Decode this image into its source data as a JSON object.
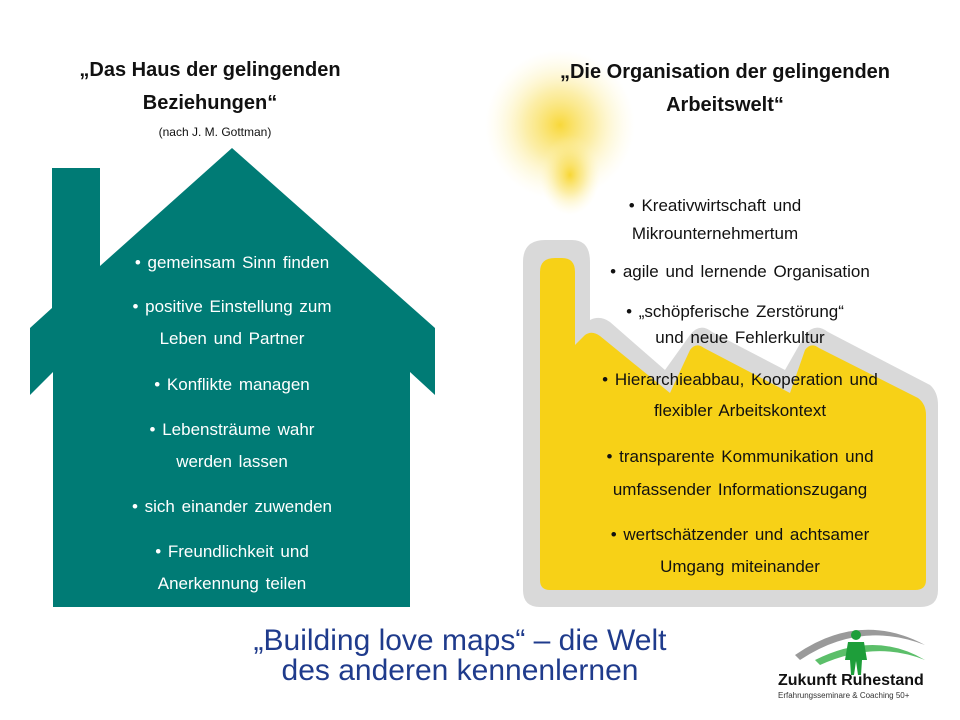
{
  "left": {
    "title_line1": "„Das Haus der gelingenden",
    "title_line2": "Beziehungen“",
    "subtitle": "(nach J. M. Gottman)",
    "items": [
      "• gemeinsam Sinn finden",
      "• positive Einstellung zum",
      "Leben und Partner",
      "• Konflikte managen",
      "• Lebensträume wahr",
      "werden lassen",
      "• sich einander zuwenden",
      "• Freundlichkeit und",
      "Anerkennung teilen"
    ]
  },
  "right": {
    "title_line1": "„Die Organisation der gelingenden",
    "title_line2": "Arbeitswelt“",
    "items": [
      "• Kreativwirtschaft und",
      "Mikrounternehmertum",
      "• agile und lernende Organisation",
      "• „schöpferische Zerstörung“",
      "und neue Fehlerkultur",
      "• Hierarchieabbau, Kooperation und",
      "flexibler Arbeitskontext",
      "• transparente Kommunikation und",
      "umfassender Informationszugang",
      "• wertschätzender und achtsamer",
      "Umgang miteinander"
    ]
  },
  "bottom": {
    "line1": "„Building love maps“ – die Welt",
    "line2": "des anderen kennenlernen"
  },
  "logo": {
    "name": "Zukunft Ruhestand",
    "tagline": "Erfahrungsseminare & Coaching 50+"
  },
  "colors": {
    "house": "#007b75",
    "factory": "#f7d117",
    "factory_outline": "#d9d9d9",
    "bottom_text": "#1f3b8c",
    "logo_green": "#1e9e3a"
  }
}
